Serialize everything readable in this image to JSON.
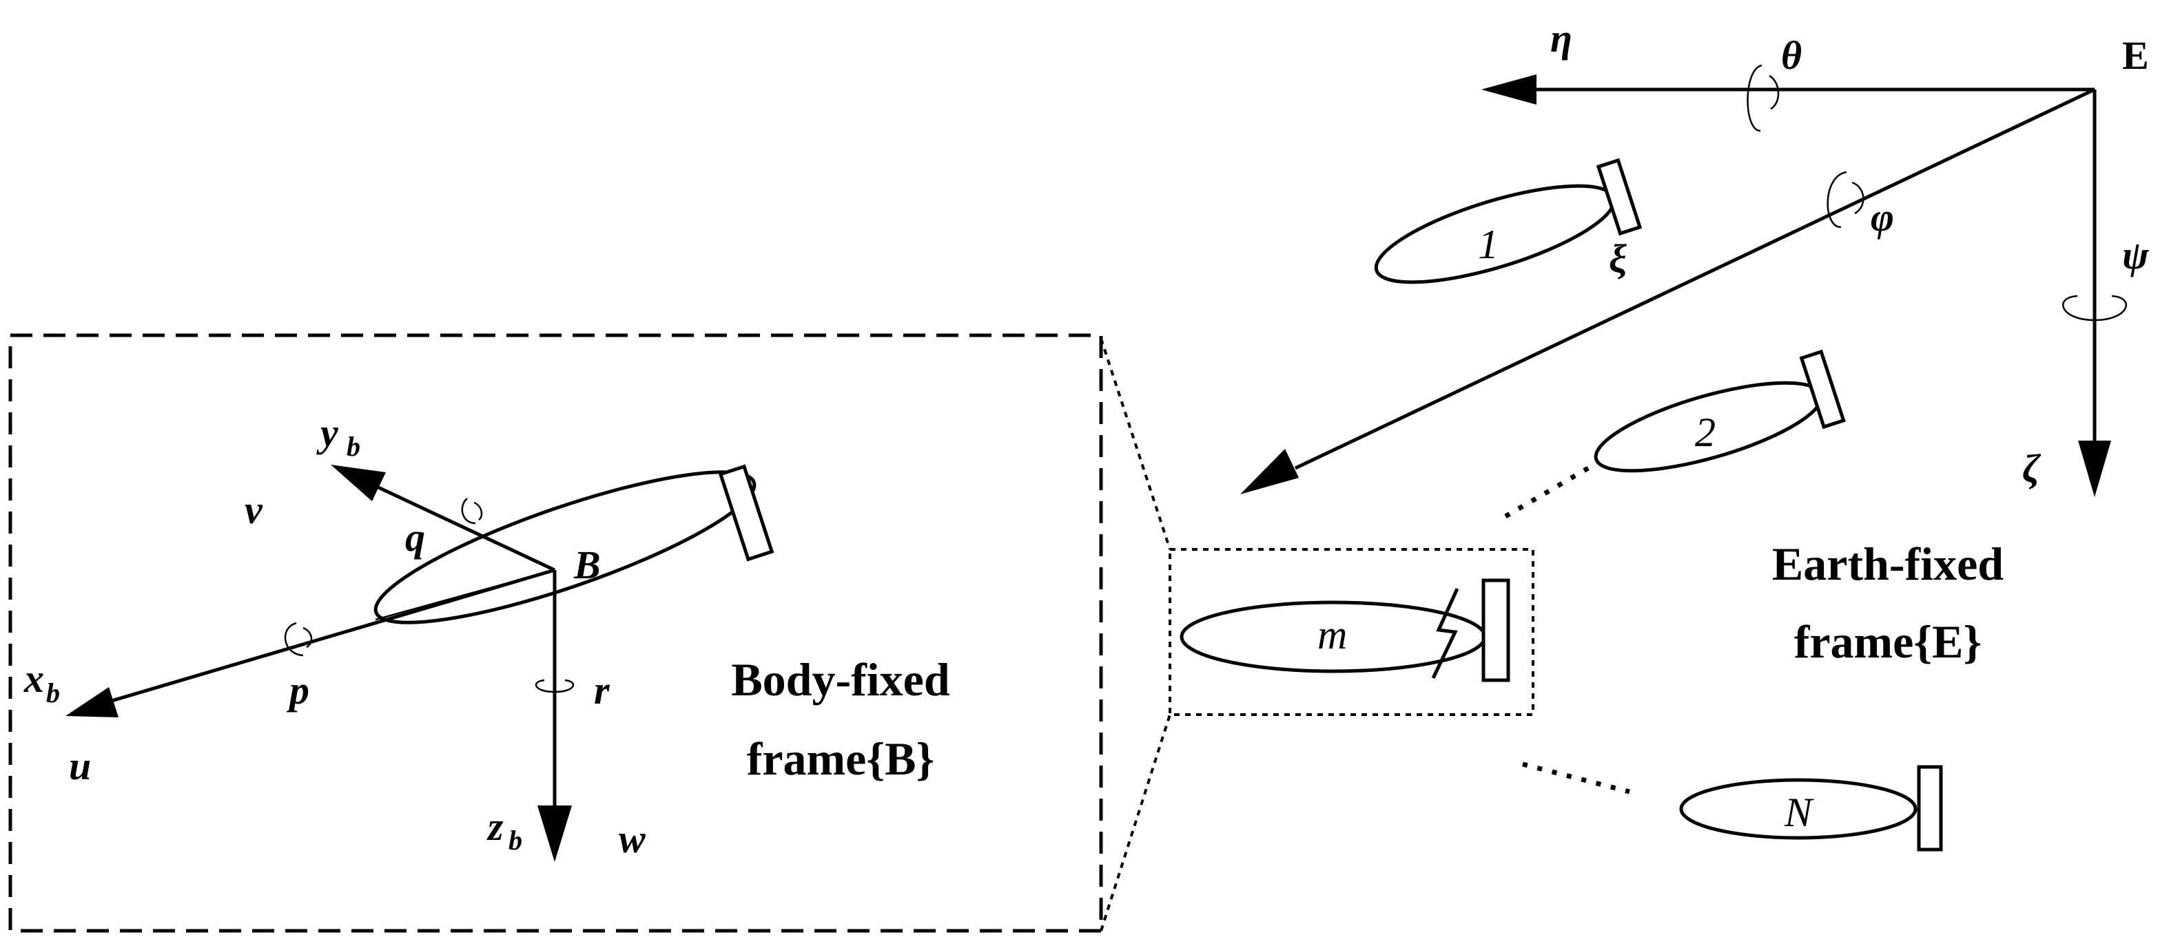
{
  "earth_frame": {
    "origin_label": "E",
    "axis_eta": "η",
    "axis_xi": "ξ",
    "axis_zeta": "ζ",
    "rot_theta": "θ",
    "rot_phi": "φ",
    "rot_psi": "ψ",
    "caption_line1": "Earth-fixed",
    "caption_line2": "frame{E}"
  },
  "body_frame": {
    "origin_label": "B",
    "axis_xb_main": "x",
    "axis_xb_sub": "b",
    "axis_yb_main": "y",
    "axis_yb_sub": "b",
    "axis_zb_main": "z",
    "axis_zb_sub": "b",
    "vel_u": "u",
    "vel_v": "v",
    "vel_w": "w",
    "rate_p": "p",
    "rate_q": "q",
    "rate_r": "r",
    "caption_line1": "Body-fixed",
    "caption_line2": "frame{B}"
  },
  "vehicles": [
    {
      "label": "1"
    },
    {
      "label": "2"
    },
    {
      "label": "m"
    },
    {
      "label": "N"
    }
  ]
}
